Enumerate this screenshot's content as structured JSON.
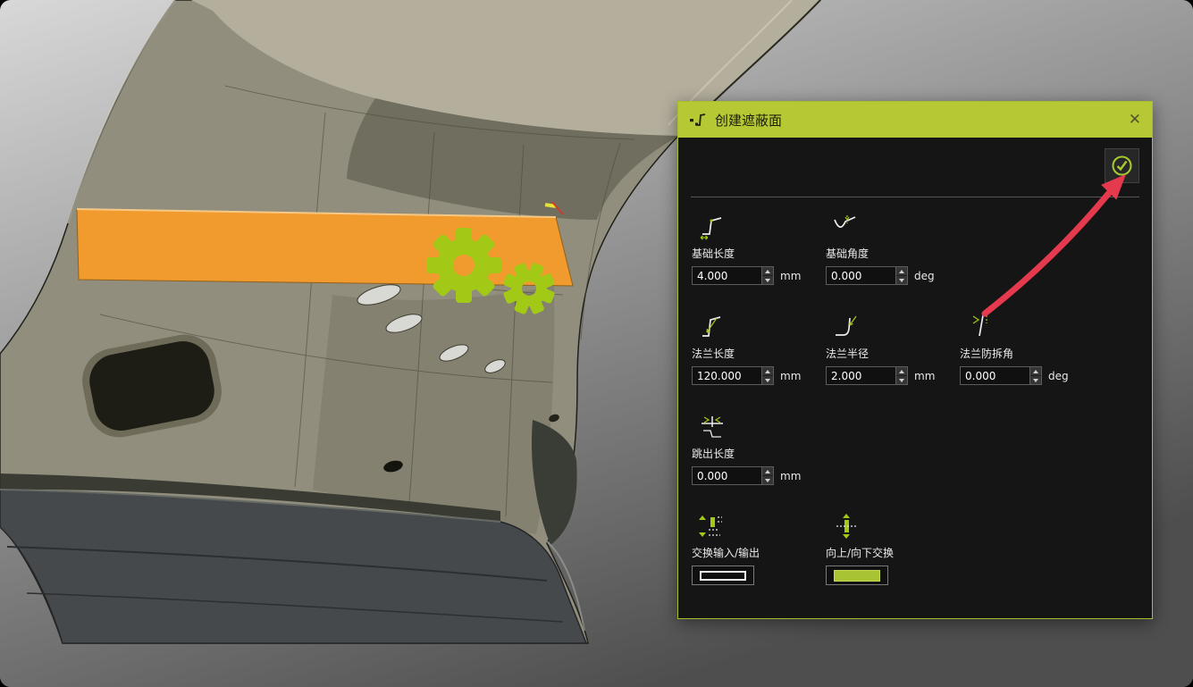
{
  "dialog": {
    "title": "创建遮蔽面",
    "close_glyph": "✕",
    "fields": [
      {
        "label": "基础长度",
        "value": "4.000",
        "unit": "mm"
      },
      {
        "label": "基础角度",
        "value": "0.000",
        "unit": "deg"
      },
      {
        "label": "法兰长度",
        "value": "120.000",
        "unit": "mm"
      },
      {
        "label": "法兰半径",
        "value": "2.000",
        "unit": "mm"
      },
      {
        "label": "法兰防拆角",
        "value": "0.000",
        "unit": "deg"
      },
      {
        "label": "跳出长度",
        "value": "0.000",
        "unit": "mm"
      }
    ],
    "toggles": [
      {
        "label": "交换输入/输出",
        "state": "off"
      },
      {
        "label": "向上/向下交换",
        "state": "on"
      }
    ]
  },
  "colors": {
    "header_green": "#b6c934",
    "accent_green": "#a2c916",
    "highlight_orange": "#f19b2f",
    "arrow_red": "#e5394e"
  }
}
